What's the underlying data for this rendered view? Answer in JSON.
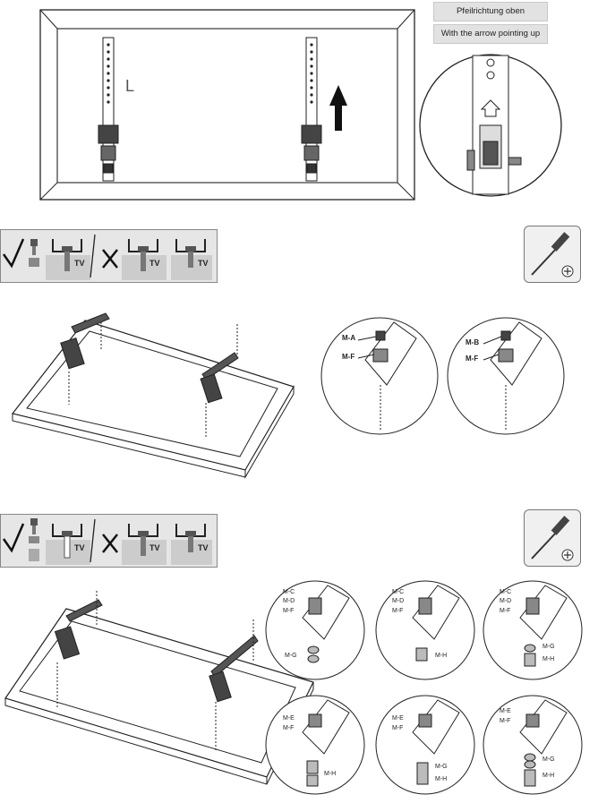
{
  "labels": {
    "arrow_de": "Pfeilrichtung oben",
    "arrow_en": "With the arrow pointing up",
    "side_letter": "L",
    "tv": "TV"
  },
  "parts": {
    "ma": "M-A",
    "mb": "M-B",
    "mc": "M-C",
    "md": "M-D",
    "me": "M-E",
    "mf": "M-F",
    "mg": "M-G",
    "mh": "M-H"
  },
  "icons": [
    "check-icon",
    "cross-icon",
    "screwdriver-icon",
    "phillips-icon"
  ]
}
